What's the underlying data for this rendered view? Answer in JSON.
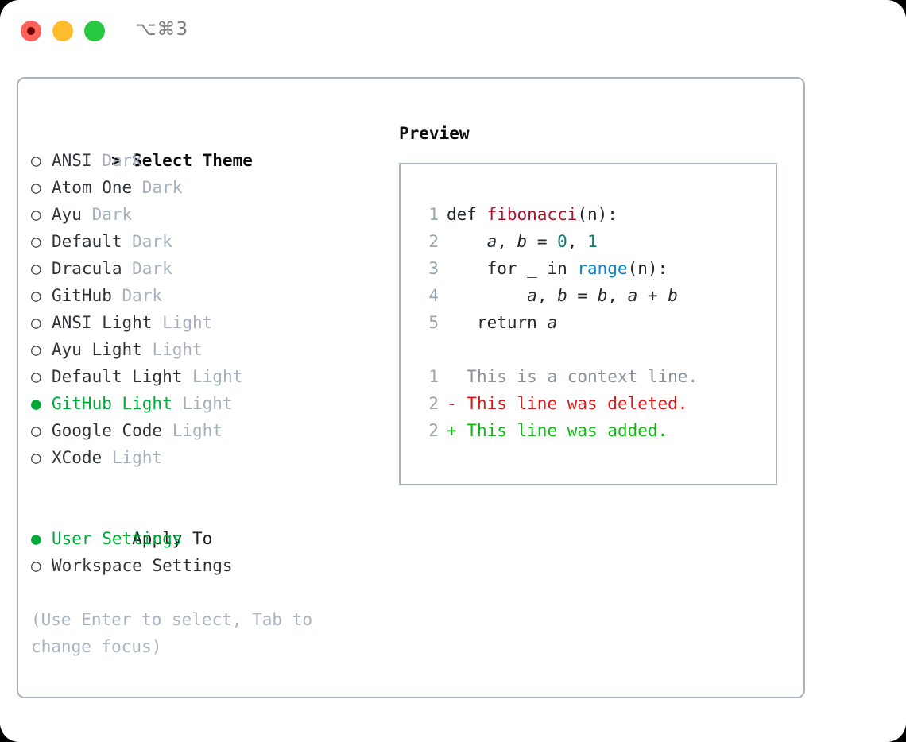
{
  "titlebar": {
    "shortcut": "⌥⌘3",
    "buttons": [
      "close",
      "minimize",
      "maximize"
    ]
  },
  "theme_panel": {
    "header": {
      "marker": "> ",
      "label": "Select Theme"
    },
    "items": [
      {
        "marker": "○ ",
        "name": "ANSI",
        "category": " Dark",
        "selected": false
      },
      {
        "marker": "○ ",
        "name": "Atom One",
        "category": " Dark",
        "selected": false
      },
      {
        "marker": "○ ",
        "name": "Ayu",
        "category": " Dark",
        "selected": false
      },
      {
        "marker": "○ ",
        "name": "Default",
        "category": " Dark",
        "selected": false
      },
      {
        "marker": "○ ",
        "name": "Dracula",
        "category": " Dark",
        "selected": false
      },
      {
        "marker": "○ ",
        "name": "GitHub",
        "category": " Dark",
        "selected": false
      },
      {
        "marker": "○ ",
        "name": "ANSI Light",
        "category": " Light",
        "selected": false
      },
      {
        "marker": "○ ",
        "name": "Ayu Light",
        "category": " Light",
        "selected": false
      },
      {
        "marker": "○ ",
        "name": "Default Light",
        "category": " Light",
        "selected": false
      },
      {
        "marker": "● ",
        "name": "GitHub Light",
        "category": " Light",
        "selected": true
      },
      {
        "marker": "○ ",
        "name": "Google Code",
        "category": " Light",
        "selected": false
      },
      {
        "marker": "○ ",
        "name": "XCode",
        "category": " Light",
        "selected": false
      }
    ]
  },
  "apply_to": {
    "header": {
      "marker": "  ",
      "label": "Apply To"
    },
    "options": [
      {
        "marker": "● ",
        "label": "User Settings",
        "selected": true
      },
      {
        "marker": "○ ",
        "label": "Workspace Settings",
        "selected": false
      }
    ]
  },
  "hint": "(Use Enter to select, Tab to change focus)",
  "preview": {
    "title": "Preview",
    "code_lines": [
      {
        "num": "1",
        "tokens": [
          {
            "t": "def ",
            "c": "tok-kw"
          },
          {
            "t": "fibonacci",
            "c": "tok-fn"
          },
          {
            "t": "(n):",
            "c": "tok-plain"
          }
        ]
      },
      {
        "num": "2",
        "tokens": [
          {
            "t": "    ",
            "c": "tok-plain"
          },
          {
            "t": "a",
            "c": "tok-var"
          },
          {
            "t": ", ",
            "c": "tok-plain"
          },
          {
            "t": "b",
            "c": "tok-var"
          },
          {
            "t": " = ",
            "c": "tok-plain"
          },
          {
            "t": "0",
            "c": "tok-num"
          },
          {
            "t": ", ",
            "c": "tok-plain"
          },
          {
            "t": "1",
            "c": "tok-num"
          }
        ]
      },
      {
        "num": "3",
        "tokens": [
          {
            "t": "    for _ in ",
            "c": "tok-kw"
          },
          {
            "t": "range",
            "c": "tok-call"
          },
          {
            "t": "(n):",
            "c": "tok-plain"
          }
        ]
      },
      {
        "num": "4",
        "tokens": [
          {
            "t": "        ",
            "c": "tok-plain"
          },
          {
            "t": "a",
            "c": "tok-var"
          },
          {
            "t": ", ",
            "c": "tok-plain"
          },
          {
            "t": "b",
            "c": "tok-var"
          },
          {
            "t": " = ",
            "c": "tok-plain"
          },
          {
            "t": "b",
            "c": "tok-var"
          },
          {
            "t": ", ",
            "c": "tok-plain"
          },
          {
            "t": "a",
            "c": "tok-var"
          },
          {
            "t": " + ",
            "c": "tok-plain"
          },
          {
            "t": "b",
            "c": "tok-var"
          }
        ]
      },
      {
        "num": "5",
        "tokens": [
          {
            "t": "   return ",
            "c": "tok-kw"
          },
          {
            "t": "a",
            "c": "tok-var"
          }
        ]
      }
    ],
    "diff_lines": [
      {
        "num": "1",
        "sign": "  ",
        "text": "This is a context line.",
        "kind": "diff-ctx"
      },
      {
        "num": "2",
        "sign": "- ",
        "text": "This line was deleted.",
        "kind": "diff-del"
      },
      {
        "num": "2",
        "sign": "+ ",
        "text": "This line was added.",
        "kind": "diff-add"
      }
    ]
  },
  "colors": {
    "accent_green": "#00a838",
    "border": "#a8b2bd",
    "muted": "#a7b0bc",
    "diff_add": "#11b516",
    "diff_del": "#d31b1b",
    "fn_red": "#a9132a",
    "num_teal": "#137c78",
    "call_blue": "#1184c8",
    "traffic_red": "#ff6159",
    "traffic_amber": "#ffbd2e",
    "traffic_green": "#28c840"
  }
}
